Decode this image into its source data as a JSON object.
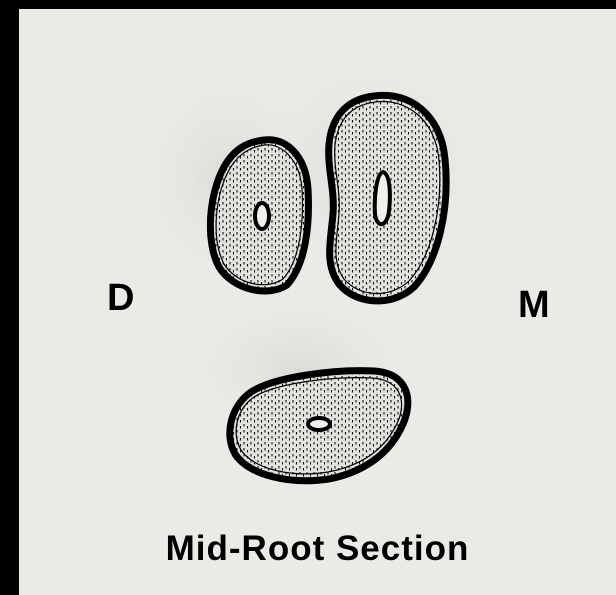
{
  "labels": {
    "left": "D",
    "right": "M"
  },
  "caption": "Mid-Root Section",
  "colors": {
    "frame": "#000000",
    "paper": "#eceae6",
    "ink": "#000000",
    "dentin": "#e2e0dc",
    "shadow": "#d9d7d3"
  },
  "root_sections": [
    {
      "name": "distobuccal-root-section"
    },
    {
      "name": "mesiobuccal-root-section"
    },
    {
      "name": "palatal-root-section"
    }
  ]
}
